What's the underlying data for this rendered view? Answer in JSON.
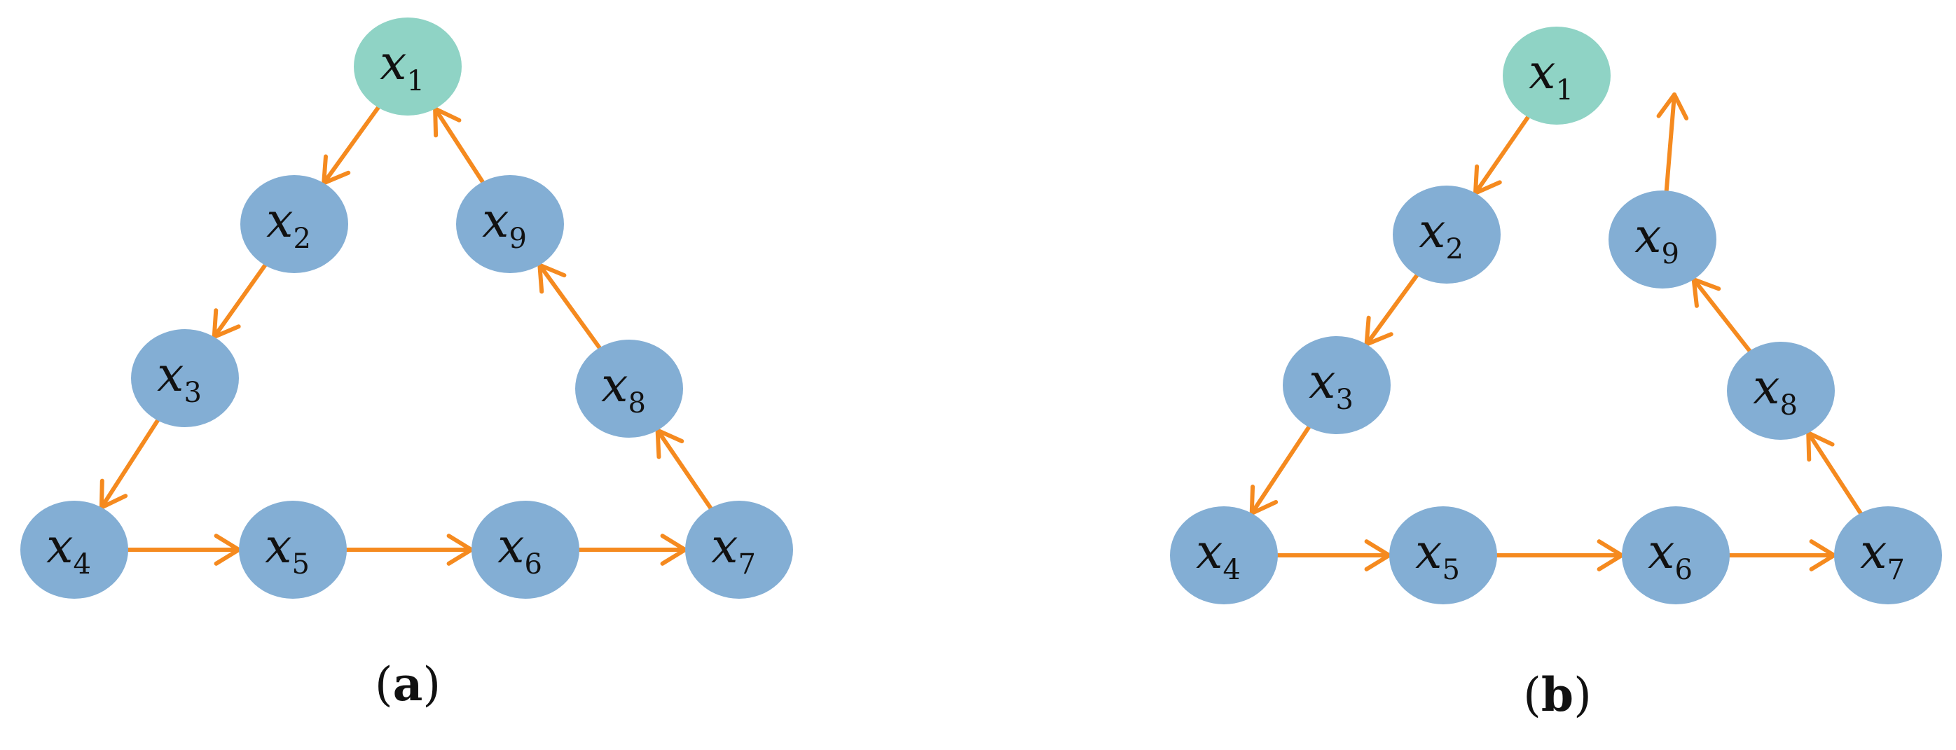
{
  "colors": {
    "start_node": "#8fd3c5",
    "node": "#83aed4",
    "arrow": "#f58a1f",
    "text": "#111111"
  },
  "panels": [
    {
      "caption": {
        "open": "(",
        "letter": "a",
        "close": ")"
      },
      "nodes": [
        {
          "var": "x",
          "sub": "1",
          "start": true
        },
        {
          "var": "x",
          "sub": "2"
        },
        {
          "var": "x",
          "sub": "3"
        },
        {
          "var": "x",
          "sub": "4"
        },
        {
          "var": "x",
          "sub": "5"
        },
        {
          "var": "x",
          "sub": "6"
        },
        {
          "var": "x",
          "sub": "7"
        },
        {
          "var": "x",
          "sub": "8"
        },
        {
          "var": "x",
          "sub": "9"
        }
      ],
      "edges": [
        {
          "from": "x1",
          "to": "x2"
        },
        {
          "from": "x2",
          "to": "x3"
        },
        {
          "from": "x3",
          "to": "x4"
        },
        {
          "from": "x4",
          "to": "x5"
        },
        {
          "from": "x5",
          "to": "x6"
        },
        {
          "from": "x6",
          "to": "x7"
        },
        {
          "from": "x7",
          "to": "x8"
        },
        {
          "from": "x8",
          "to": "x9"
        },
        {
          "from": "x9",
          "to": "x1"
        }
      ]
    },
    {
      "caption": {
        "open": "(",
        "letter": "b",
        "close": ")"
      },
      "nodes": [
        {
          "var": "x",
          "sub": "1",
          "start": true
        },
        {
          "var": "x",
          "sub": "2"
        },
        {
          "var": "x",
          "sub": "3"
        },
        {
          "var": "x",
          "sub": "4"
        },
        {
          "var": "x",
          "sub": "5"
        },
        {
          "var": "x",
          "sub": "6"
        },
        {
          "var": "x",
          "sub": "7"
        },
        {
          "var": "x",
          "sub": "8"
        },
        {
          "var": "x",
          "sub": "9"
        }
      ],
      "edges": [
        {
          "from": "x1",
          "to": "x2"
        },
        {
          "from": "x2",
          "to": "x3"
        },
        {
          "from": "x3",
          "to": "x4"
        },
        {
          "from": "x4",
          "to": "x5"
        },
        {
          "from": "x5",
          "to": "x6"
        },
        {
          "from": "x6",
          "to": "x7"
        },
        {
          "from": "x7",
          "to": "x8"
        },
        {
          "from": "x8",
          "to": "x9"
        },
        {
          "from": "x9",
          "to": "open"
        }
      ]
    }
  ]
}
